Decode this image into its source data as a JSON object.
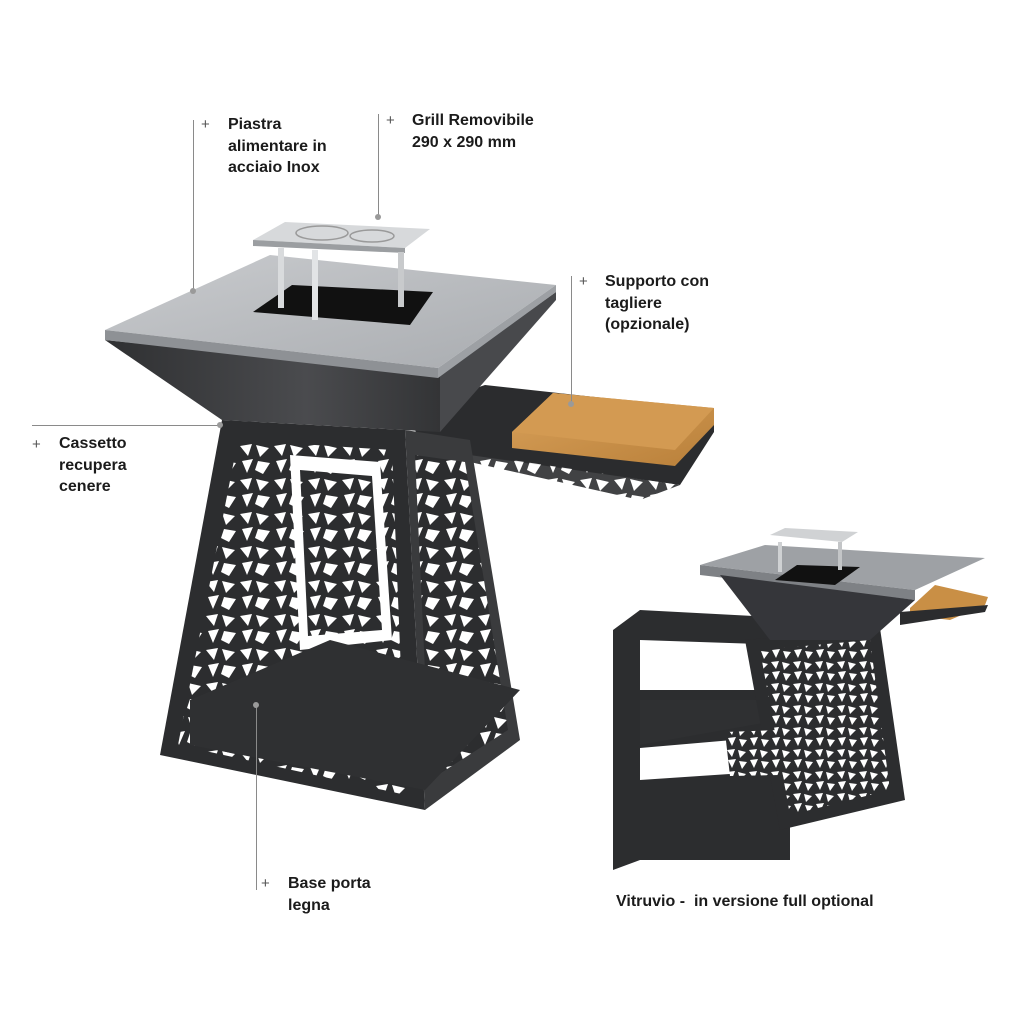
{
  "colors": {
    "steel_top": "#b9bcbf",
    "steel_dark": "#3a3b3d",
    "body_dark": "#2c2d2f",
    "wood": "#c98f45",
    "leader": "#8a8a8a"
  },
  "callouts": [
    {
      "id": "piastra",
      "text": "Piastra\nalimentare in\nacciaio Inox"
    },
    {
      "id": "grill",
      "text": "Grill Removibile\n290 x 290 mm"
    },
    {
      "id": "supporto",
      "text": "Supporto con\ntagliere\n(opzionale)"
    },
    {
      "id": "cassetto",
      "text": "Cassetto\nrecupera\ncenere"
    },
    {
      "id": "base",
      "text": "Base porta\nlegna"
    }
  ],
  "caption": "Vitruvio -  in versione full optional",
  "plus_symbol": "+",
  "icons": {
    "main_product": "barbecue-grill-image",
    "secondary_product": "barbecue-grill-full-optional-image"
  }
}
